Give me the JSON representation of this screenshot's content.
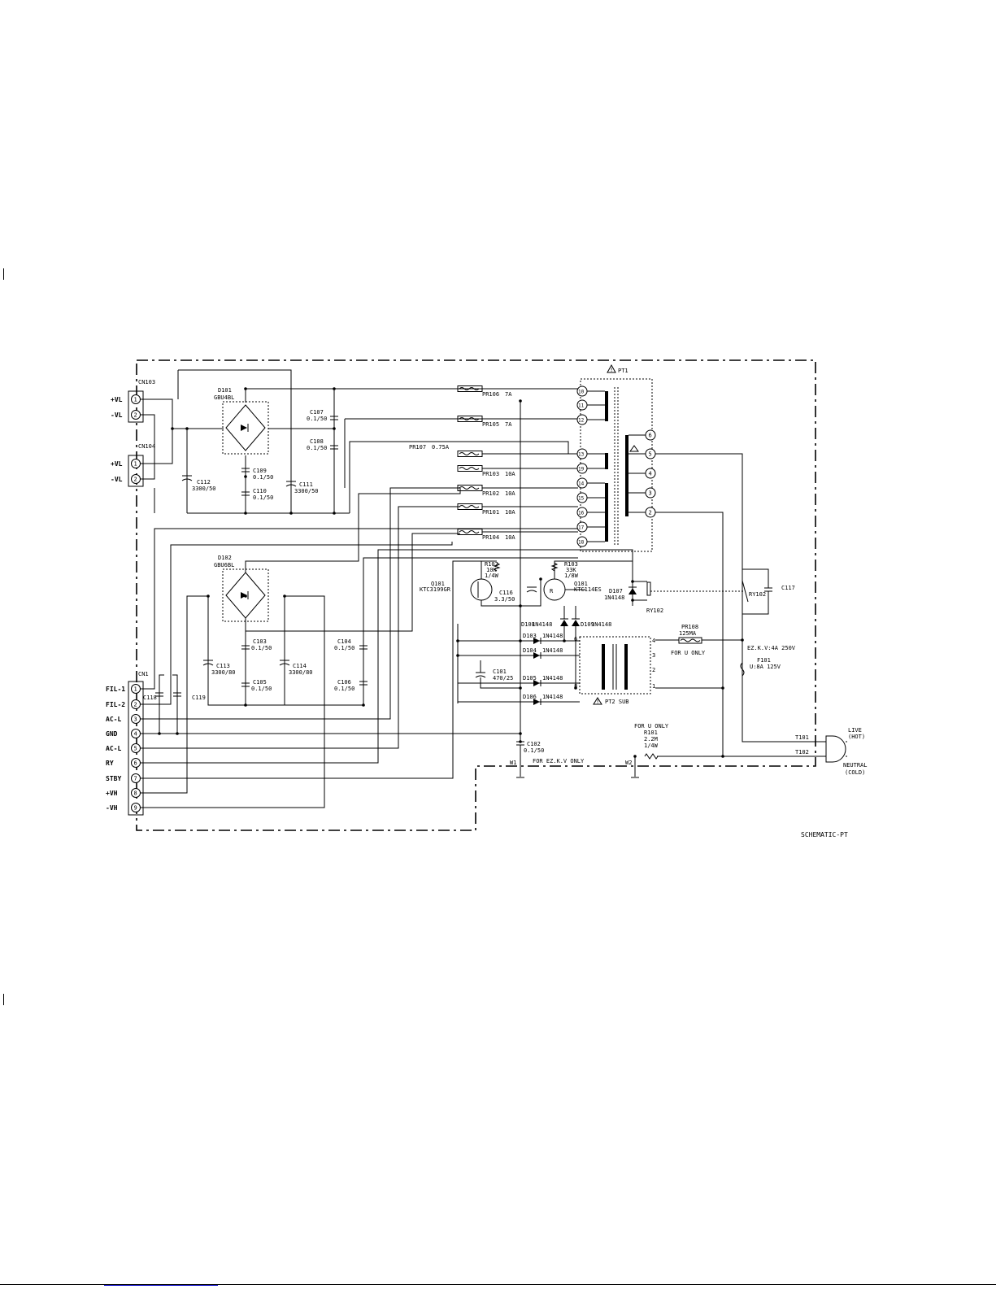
{
  "schematic": {
    "caption": "SCHEMATIC-PT",
    "connectors": {
      "cn103": {
        "ref": "CN103",
        "pins": [
          "1",
          "2"
        ],
        "labels": [
          "+VL",
          "-VL"
        ]
      },
      "cn104": {
        "ref": "CN104",
        "pins": [
          "1",
          "2"
        ],
        "labels": [
          "+VL",
          "-VL"
        ]
      },
      "cn1": {
        "ref": "CN1",
        "pins": [
          "1",
          "2",
          "3",
          "4",
          "5",
          "6",
          "7",
          "8",
          "9"
        ],
        "labels": [
          "FIL-1",
          "FIL-2",
          "AC-L",
          "GND",
          "AC-L",
          "RY",
          "STBY",
          "+VH",
          "-VH"
        ]
      }
    },
    "bridges": [
      {
        "ref": "D101",
        "part": "GBU4BL"
      },
      {
        "ref": "D102",
        "part": "GBU6BL"
      }
    ],
    "capacitors": [
      {
        "ref": "C107",
        "value": "0.1/50"
      },
      {
        "ref": "C108",
        "value": "0.1/50"
      },
      {
        "ref": "C109",
        "value": "0.1/50"
      },
      {
        "ref": "C110",
        "value": "0.1/50"
      },
      {
        "ref": "C111",
        "value": "3300/50"
      },
      {
        "ref": "C112",
        "value": "3300/50"
      },
      {
        "ref": "C113",
        "value": "3300/80"
      },
      {
        "ref": "C114",
        "value": "3300/80"
      },
      {
        "ref": "C103",
        "value": "0.1/50"
      },
      {
        "ref": "C105",
        "value": "0.1/50"
      },
      {
        "ref": "C104",
        "value": "0.1/50"
      },
      {
        "ref": "C106",
        "value": "0.1/50"
      },
      {
        "ref": "C116",
        "value": "3.3/50"
      },
      {
        "ref": "C101",
        "value": "470/25"
      },
      {
        "ref": "C102",
        "value": "0.1/50"
      },
      {
        "ref": "C117",
        "value": ""
      },
      {
        "ref": "C118",
        "value": ""
      },
      {
        "ref": "C119",
        "value": ""
      }
    ],
    "fuse_resistors": [
      {
        "ref": "PR106",
        "value": "7A"
      },
      {
        "ref": "PR105",
        "value": "7A"
      },
      {
        "ref": "PR107",
        "value": "0.75A"
      },
      {
        "ref": "PR103",
        "value": "10A"
      },
      {
        "ref": "PR102",
        "value": "10A"
      },
      {
        "ref": "PR101",
        "value": "10A"
      },
      {
        "ref": "PR104",
        "value": "10A"
      }
    ],
    "transformer_main": {
      "ref": "PT1",
      "secondary_pins": [
        "10",
        "11",
        "12",
        "13",
        "19",
        "14",
        "15",
        "16",
        "17",
        "18"
      ],
      "primary_pins": [
        "6",
        "5",
        "4",
        "3",
        "2"
      ]
    },
    "transformer_sub": {
      "ref": "PT2 SUB",
      "secondary_pins": [
        "6",
        "8"
      ],
      "primary_pins": [
        "4",
        "3",
        "2",
        "1"
      ]
    },
    "transistors": [
      {
        "ref": "Q101",
        "part": "KTC3199GR"
      },
      {
        "ref": "Q101",
        "part": "KTC114ES"
      }
    ],
    "resistors": [
      {
        "ref": "R102",
        "value": "10K",
        "rating": "1/4W"
      },
      {
        "ref": "R103",
        "value": "33K",
        "rating": "1/8W"
      },
      {
        "ref": "R101",
        "value": "2.2M",
        "rating": "1/4W"
      }
    ],
    "diodes": [
      {
        "ref": "D107",
        "part": "1N4148"
      },
      {
        "ref": "D108",
        "part": "1N4148"
      },
      {
        "ref": "D109",
        "part": "1N4148"
      },
      {
        "ref": "D103",
        "part": "1N4148"
      },
      {
        "ref": "D104",
        "part": "1N4148"
      },
      {
        "ref": "D105",
        "part": "1N4148"
      },
      {
        "ref": "D106",
        "part": "1N4148"
      }
    ],
    "relay": {
      "ref": "RY102"
    },
    "pr108": {
      "ref": "PR108",
      "value": "125MA"
    },
    "fuse": {
      "ref": "F101",
      "value": "U:8A 125V",
      "alt": "EZ.K.V:4A 250V"
    },
    "notes": {
      "u_only_1": "FOR U ONLY",
      "u_only_2": "FOR U ONLY",
      "ezkv_only": "FOR EZ.K.V ONLY"
    },
    "wires": {
      "w1": "W1",
      "w2": "W2"
    },
    "terminals": [
      {
        "ref": "T101"
      },
      {
        "ref": "T102"
      }
    ],
    "plug": {
      "live_1": "LIVE",
      "live_2": "(HOT)",
      "neutral_1": "NEUTRAL",
      "neutral_2": "(COLD)"
    },
    "warning_symbol": "!"
  }
}
